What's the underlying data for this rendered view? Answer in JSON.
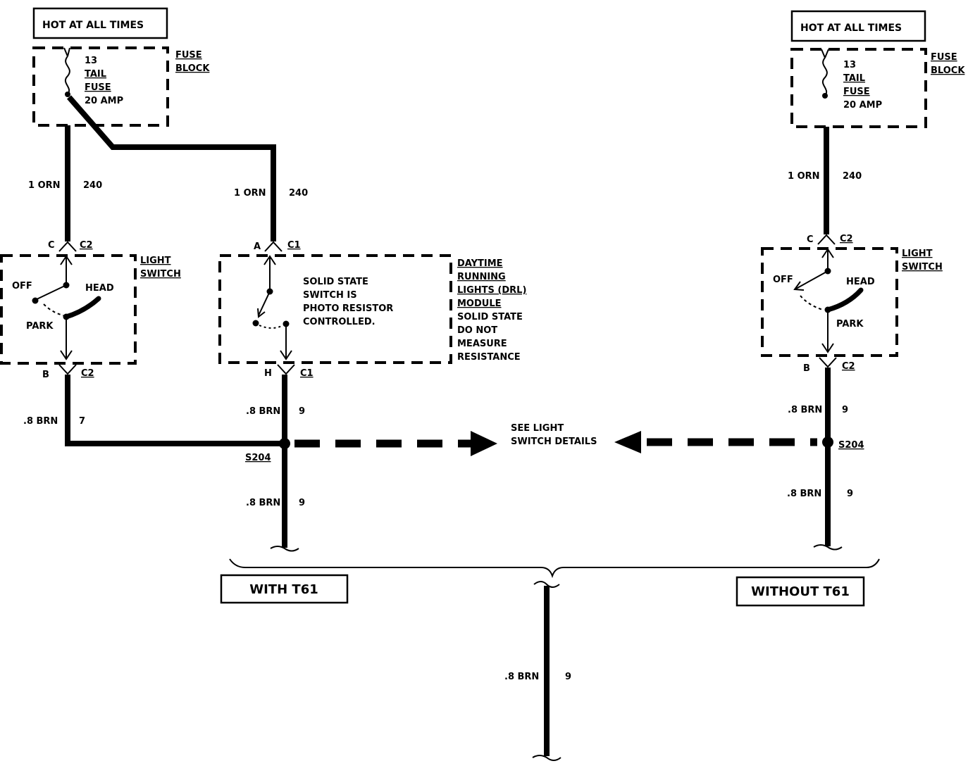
{
  "left": {
    "hot_label": "HOT AT ALL TIMES",
    "fuse": {
      "number": "13",
      "line1": "TAIL",
      "line2": "FUSE",
      "rating": "20 AMP",
      "block1": "FUSE",
      "block2": "BLOCK"
    },
    "wire_a": {
      "gauge": "1 ORN",
      "circuit": "240"
    },
    "switch": {
      "conn_top_pin": "C",
      "conn_top": "C2",
      "conn_bot_pin": "B",
      "conn_bot": "C2",
      "name1": "LIGHT",
      "name2": "SWITCH",
      "off": "OFF",
      "head": "HEAD",
      "park": "PARK"
    },
    "wire_b": {
      "gauge": ".8 BRN",
      "circuit": "7"
    }
  },
  "drl": {
    "wire_in": {
      "gauge": "1 ORN",
      "circuit": "240"
    },
    "conn_top_pin": "A",
    "conn_top": "C1",
    "conn_bot_pin": "H",
    "conn_bot": "C1",
    "text": [
      "SOLID STATE",
      "SWITCH IS",
      "PHOTO RESISTOR",
      "CONTROLLED."
    ],
    "name": [
      "DAYTIME",
      "RUNNING",
      "LIGHTS (DRL)",
      "MODULE"
    ],
    "note": [
      "SOLID STATE",
      "DO NOT",
      "MEASURE",
      "RESISTANCE"
    ],
    "wire_out": {
      "gauge": ".8 BRN",
      "circuit": "9"
    },
    "splice": "S204",
    "wire_down": {
      "gauge": ".8 BRN",
      "circuit": "9"
    }
  },
  "center_note": {
    "line1": "SEE LIGHT",
    "line2": "SWITCH DETAILS"
  },
  "right": {
    "hot_label": "HOT AT ALL TIMES",
    "fuse": {
      "number": "13",
      "line1": "TAIL",
      "line2": "FUSE",
      "rating": "20 AMP",
      "block1": "FUSE",
      "block2": "BLOCK"
    },
    "wire_a": {
      "gauge": "1 ORN",
      "circuit": "240"
    },
    "switch": {
      "conn_top_pin": "C",
      "conn_top": "C2",
      "conn_bot_pin": "B",
      "conn_bot": "C2",
      "name1": "LIGHT",
      "name2": "SWITCH",
      "off": "OFF",
      "head": "HEAD",
      "park": "PARK"
    },
    "wire_b": {
      "gauge": ".8 BRN",
      "circuit": "9"
    },
    "splice": "S204",
    "wire_c": {
      "gauge": ".8 BRN",
      "circuit": "9"
    }
  },
  "options": {
    "with": "WITH T61",
    "without": "WITHOUT T61"
  },
  "bottom_wire": {
    "gauge": ".8 BRN",
    "circuit": "9"
  }
}
